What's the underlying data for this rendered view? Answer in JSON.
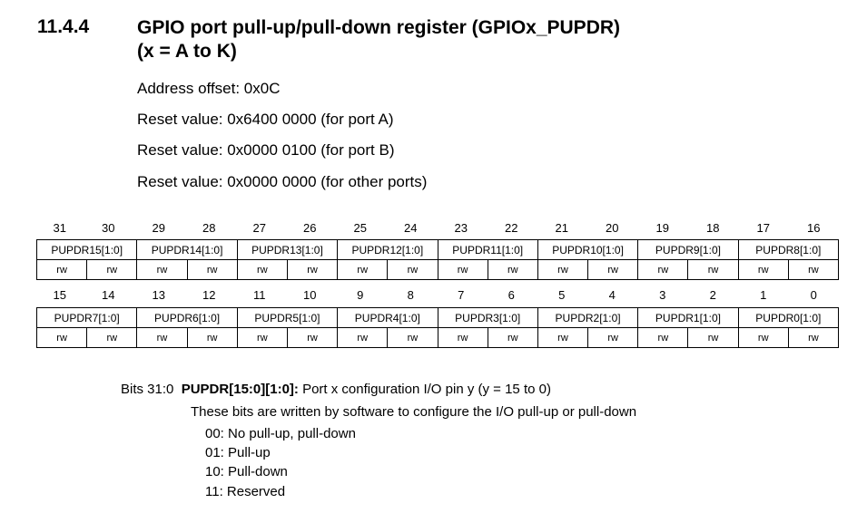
{
  "section": {
    "number": "11.4.4",
    "title_line1": "GPIO port pull-up/pull-down register (GPIOx_PUPDR)",
    "title_line2": "(x = A to K)"
  },
  "meta": {
    "address_offset": "Address offset: 0x0C",
    "reset_a": "Reset value: 0x6400 0000 (for port A)",
    "reset_b": "Reset value: 0x0000 0100 (for port B)",
    "reset_other": "Reset value: 0x0000 0000 (for other ports)"
  },
  "register": {
    "upper_bits": [
      "31",
      "30",
      "29",
      "28",
      "27",
      "26",
      "25",
      "24",
      "23",
      "22",
      "21",
      "20",
      "19",
      "18",
      "17",
      "16"
    ],
    "upper_fields": [
      "PUPDR15[1:0]",
      "PUPDR14[1:0]",
      "PUPDR13[1:0]",
      "PUPDR12[1:0]",
      "PUPDR11[1:0]",
      "PUPDR10[1:0]",
      "PUPDR9[1:0]",
      "PUPDR8[1:0]"
    ],
    "lower_bits": [
      "15",
      "14",
      "13",
      "12",
      "11",
      "10",
      "9",
      "8",
      "7",
      "6",
      "5",
      "4",
      "3",
      "2",
      "1",
      "0"
    ],
    "lower_fields": [
      "PUPDR7[1:0]",
      "PUPDR6[1:0]",
      "PUPDR5[1:0]",
      "PUPDR4[1:0]",
      "PUPDR3[1:0]",
      "PUPDR2[1:0]",
      "PUPDR1[1:0]",
      "PUPDR0[1:0]"
    ],
    "access": "rw"
  },
  "description": {
    "bits_label": "Bits 31:0",
    "field_name": "PUPDR[15:0][1:0]:",
    "field_desc": " Port x configuration I/O pin y (y = 15 to 0)",
    "summary": "These bits are written by software to configure the I/O pull-up or pull-down",
    "options": [
      "00: No pull-up, pull-down",
      "01: Pull-up",
      "10: Pull-down",
      "11: Reserved"
    ]
  }
}
